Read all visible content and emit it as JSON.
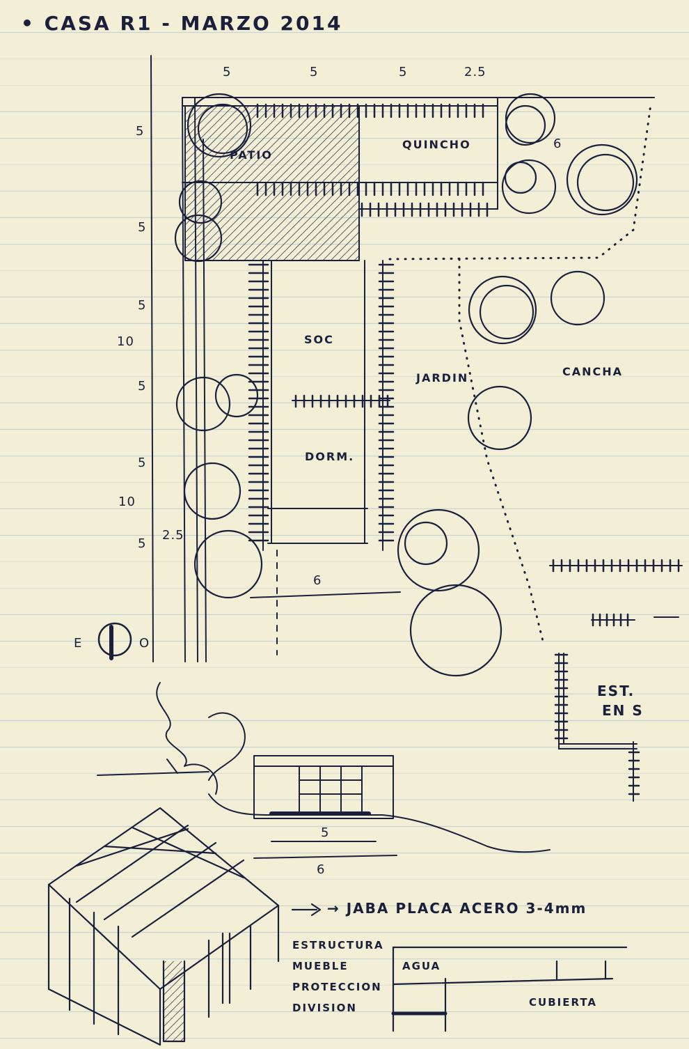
{
  "title": "• CASA R1 - MARZO 2014",
  "plan": {
    "rooms": {
      "patio": "PATIO",
      "quincho": "QUINCHO",
      "soc": "SOC",
      "dorm": "DORM.",
      "jardin": "JARDIN",
      "cancha": "CANCHA",
      "est": "EST.",
      "en_s": "EN S"
    },
    "top_dims": [
      "5",
      "5",
      "5",
      "2.5"
    ],
    "left_dims": [
      "5",
      "5",
      "5",
      "10",
      "5",
      "5",
      "10",
      "2.5",
      "5"
    ],
    "right_dim": "6",
    "bottom_dim": "6",
    "compass": {
      "east": "E",
      "west": "O"
    }
  },
  "section": {
    "dim_inner": "5",
    "dim_outer": "6"
  },
  "notes": {
    "jaba": "→ JABA PLACA ACERO 3-4mm",
    "list": [
      "ESTRUCTURA",
      "MUEBLE",
      "PROTECCION",
      "DIVISION"
    ],
    "agua": "AGUA",
    "cubierta": "CUBIERTA"
  },
  "colors": {
    "paper": "#f3efd6",
    "ink": "#1a1f3c",
    "rule": "#c7d3d2"
  }
}
